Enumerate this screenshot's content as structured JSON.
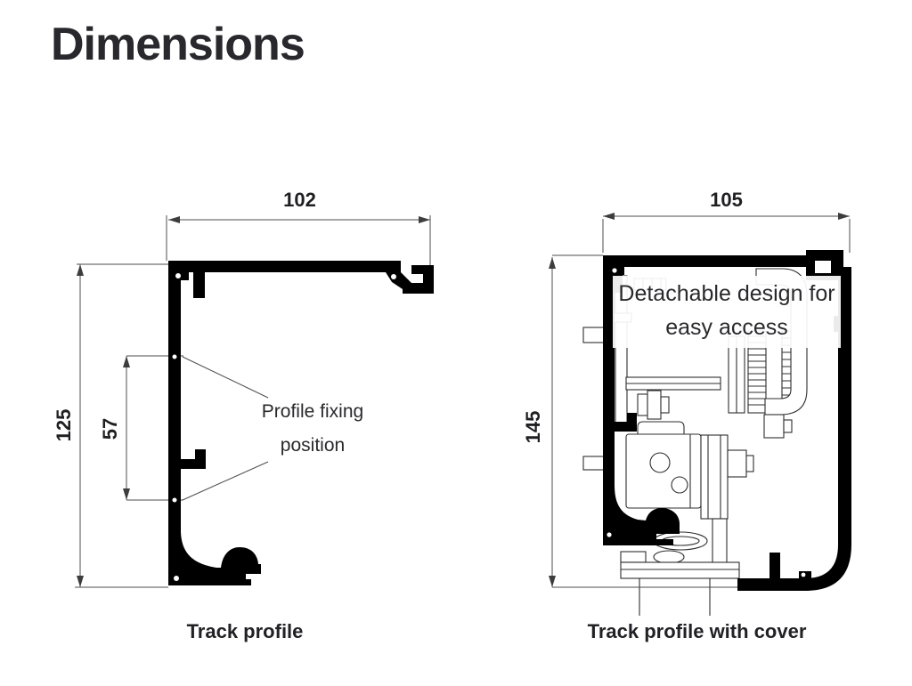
{
  "page": {
    "title": "Dimensions"
  },
  "track_profile": {
    "caption": "Track profile",
    "width_mm": "102",
    "height_mm": "125",
    "fixing_span_mm": "57",
    "annotation": "Profile fixing position"
  },
  "track_profile_with_cover": {
    "caption": "Track profile with cover",
    "width_mm": "105",
    "height_mm": "145",
    "annotation": "Detachable design for easy access"
  },
  "colors": {
    "ink": "#000000",
    "thin_line": "#2f2f2f",
    "dimension_line": "#4d4d4d",
    "text": "#2b2b2e"
  }
}
